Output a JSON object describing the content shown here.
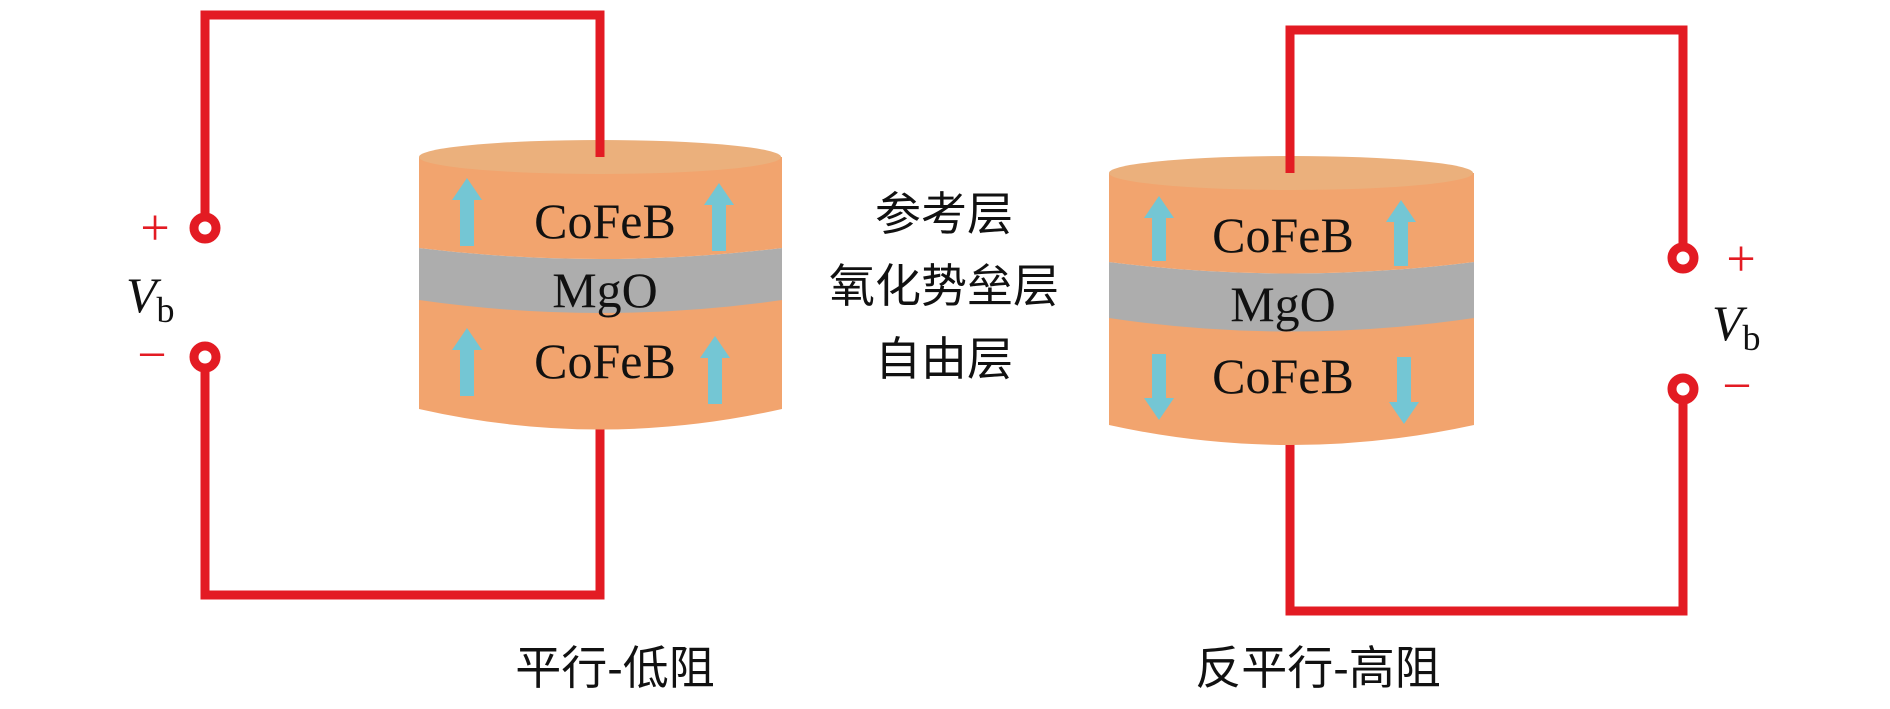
{
  "left": {
    "caption": "平行-低阻",
    "top_layer": "CoFeB",
    "barrier": "MgO",
    "bottom_layer": "CoFeB",
    "plus": "+",
    "minus": "−",
    "voltage_symbol": "V",
    "voltage_subscript": "b",
    "top_arrows": "up",
    "bottom_arrows": "up"
  },
  "right": {
    "caption": "反平行-高阻",
    "top_layer": "CoFeB",
    "barrier": "MgO",
    "bottom_layer": "CoFeB",
    "plus": "+",
    "minus": "−",
    "voltage_symbol": "V",
    "voltage_subscript": "b",
    "top_arrows": "up",
    "bottom_arrows": "down"
  },
  "legend": {
    "reference_layer": "参考层",
    "barrier_layer": "氧化势垒层",
    "free_layer": "自由层"
  },
  "colors": {
    "wire": "#e31b23",
    "cofeb": "#f2a46e",
    "cap": "#ebb07c",
    "mgo": "#adadad",
    "arrow": "#74c6d4"
  }
}
